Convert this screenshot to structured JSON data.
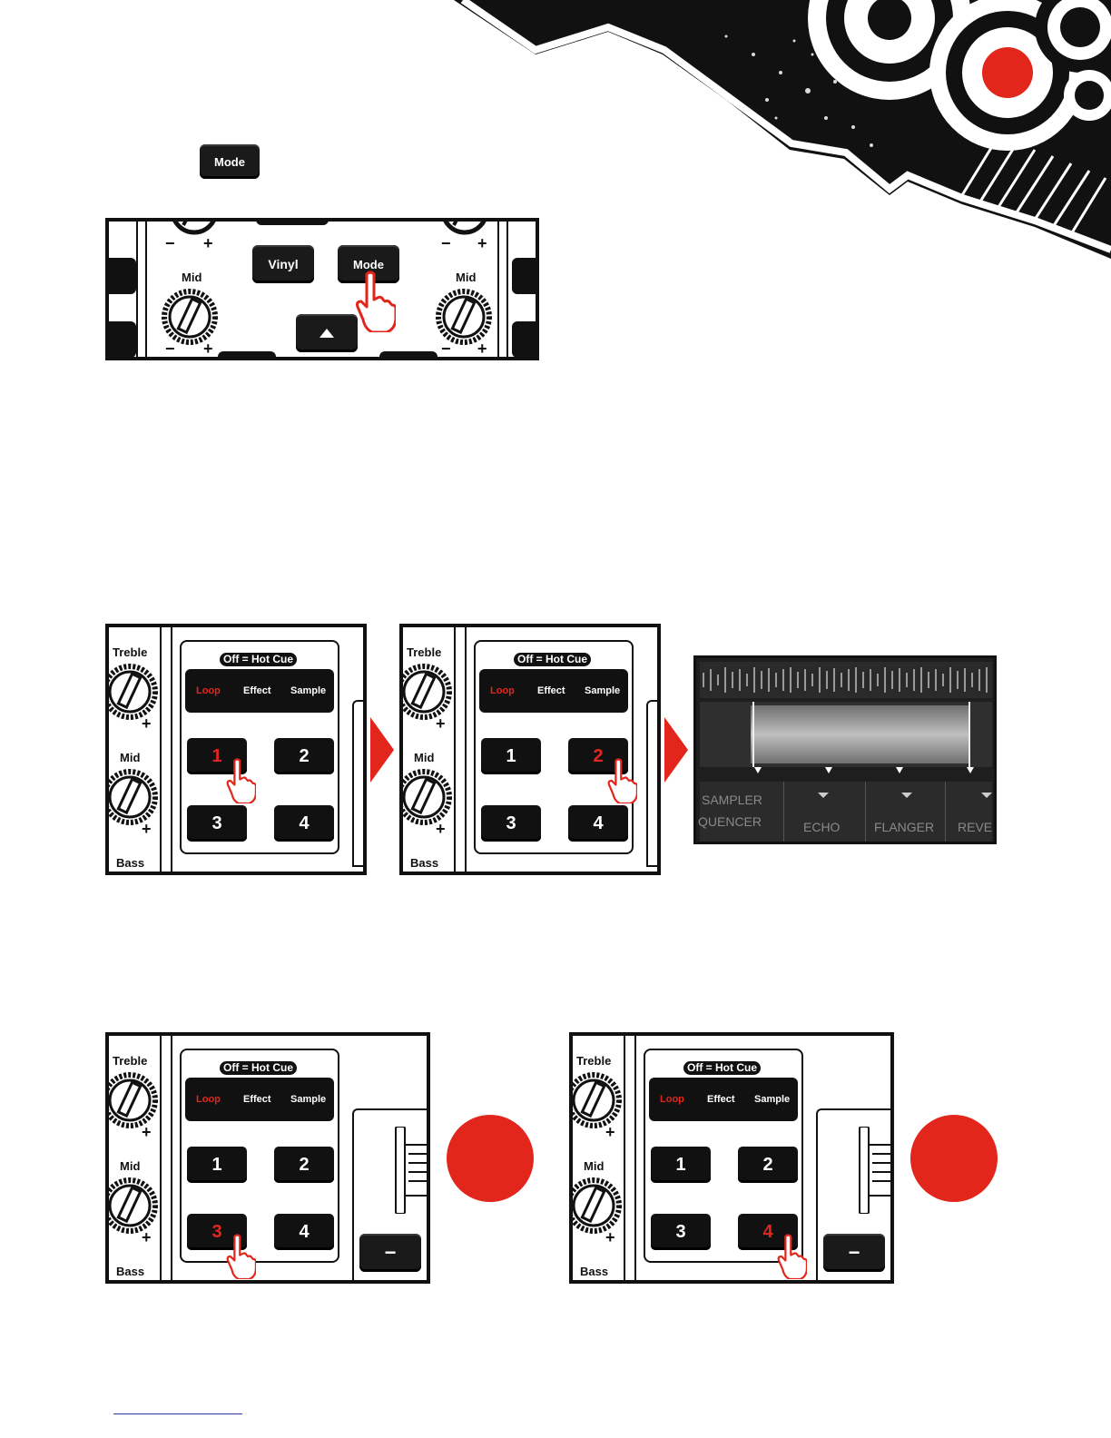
{
  "mode_key_label": "Mode",
  "top_panel": {
    "vinyl_label": "Vinyl",
    "mode_label": "Mode",
    "mid_left": "Mid",
    "mid_right": "Mid",
    "minus": "−",
    "plus": "+"
  },
  "pad_panel": {
    "treble": "Treble",
    "mid": "Mid",
    "bass": "Bass",
    "hot_cue": "Off = Hot Cue",
    "modes": [
      "Loop",
      "Effect",
      "Sample"
    ],
    "pads": [
      "1",
      "2",
      "3",
      "4"
    ],
    "minus_button": "−"
  },
  "software": {
    "labels": [
      "SAMPLER",
      "QUENCER",
      "ECHO",
      "FLANGER",
      "REVE"
    ]
  },
  "colors": {
    "accent_red": "#e3261b",
    "key_black": "#111111"
  }
}
